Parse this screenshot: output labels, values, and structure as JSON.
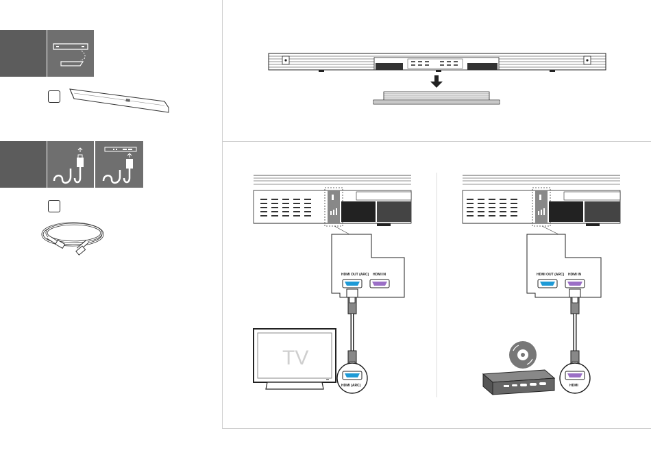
{
  "checkbox_items": [
    {
      "name": "soundbar",
      "checked": false
    },
    {
      "name": "hdmi-cable",
      "checked": false
    }
  ],
  "tv_label": "TV",
  "left_diagram": {
    "port_out_label": "HDMI OUT (ARC)",
    "port_in_label": "HDMI IN",
    "tv_port_label": "HDMI (ARC)"
  },
  "right_diagram": {
    "port_out_label": "HDMI OUT (ARC)",
    "port_in_label": "HDMI IN",
    "device_port_label": "HDMI"
  },
  "colors": {
    "tile": "#6f6f6f",
    "hdmi_arc": "#1e9ad6",
    "hdmi_in": "#9b6fc6",
    "line": "#222222"
  }
}
